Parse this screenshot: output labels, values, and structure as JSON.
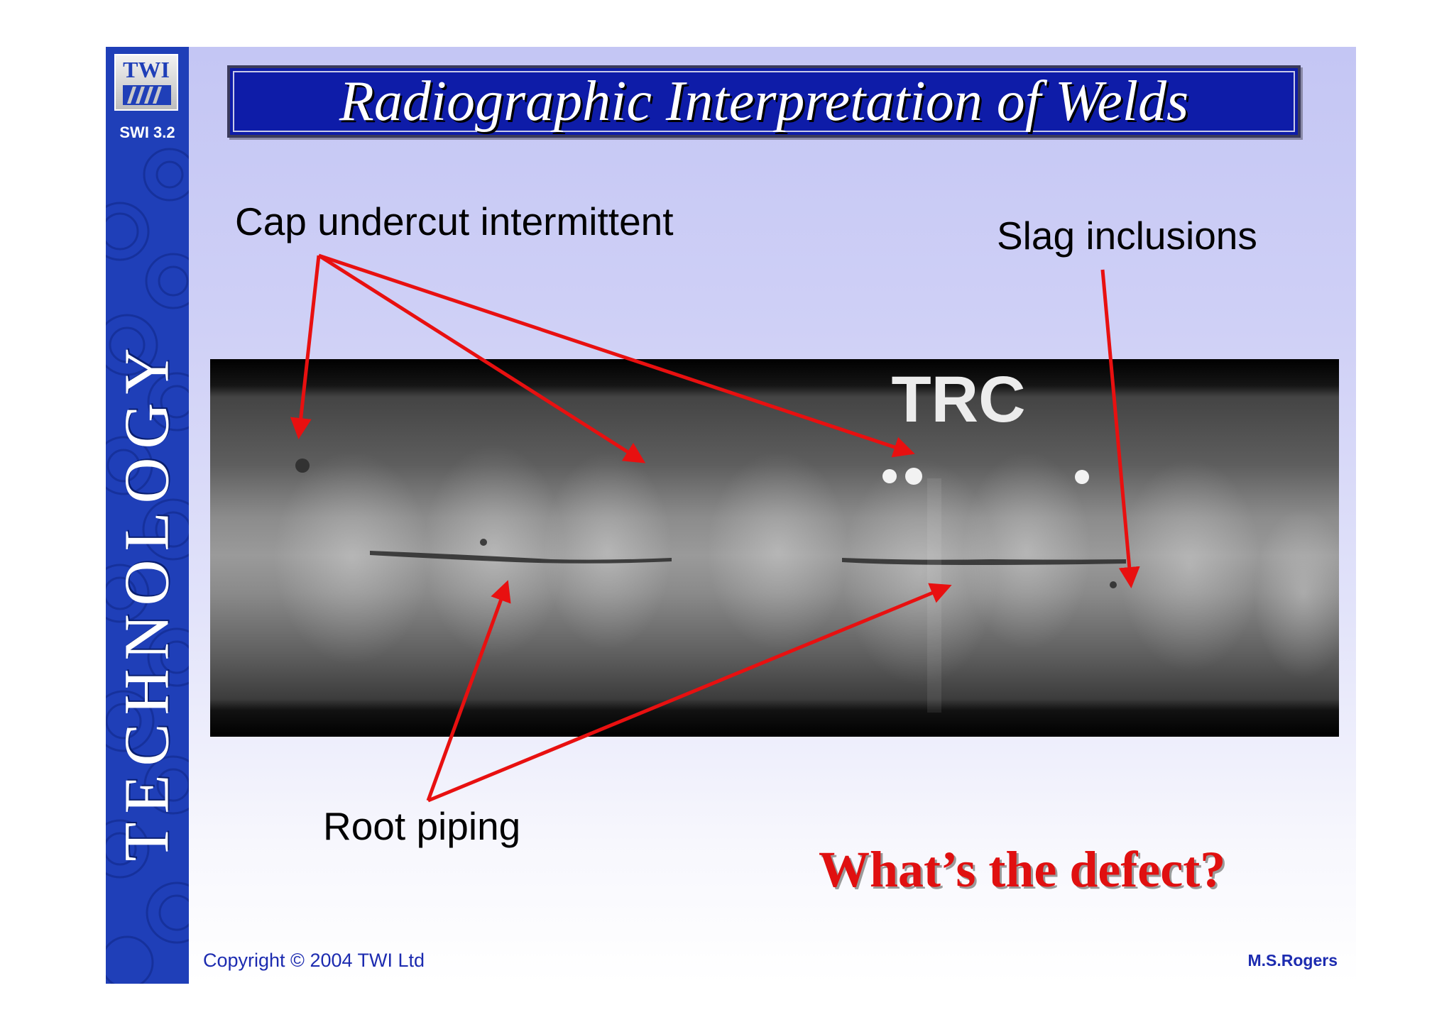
{
  "sidebar": {
    "logo_text": "TWI",
    "reference": "SWI 3.2",
    "vertical_word": "TECHNOLOGY"
  },
  "title": "Radiographic Interpretation of Welds",
  "radiograph": {
    "film_marking": "TRC"
  },
  "labels": {
    "cap_undercut": "Cap undercut intermittent",
    "slag_inclusions": "Slag inclusions",
    "root_piping": "Root piping"
  },
  "question": "What’s the defect?",
  "footer": {
    "copyright": "Copyright © 2004 TWI Ltd",
    "author": "M.S.Rogers"
  },
  "colors": {
    "sidebar_blue": "#1f3fb8",
    "title_bar_blue": "#0e1ca8",
    "arrow_red": "#e81010",
    "question_red": "#e01010",
    "footer_blue": "#1c2bb0"
  }
}
